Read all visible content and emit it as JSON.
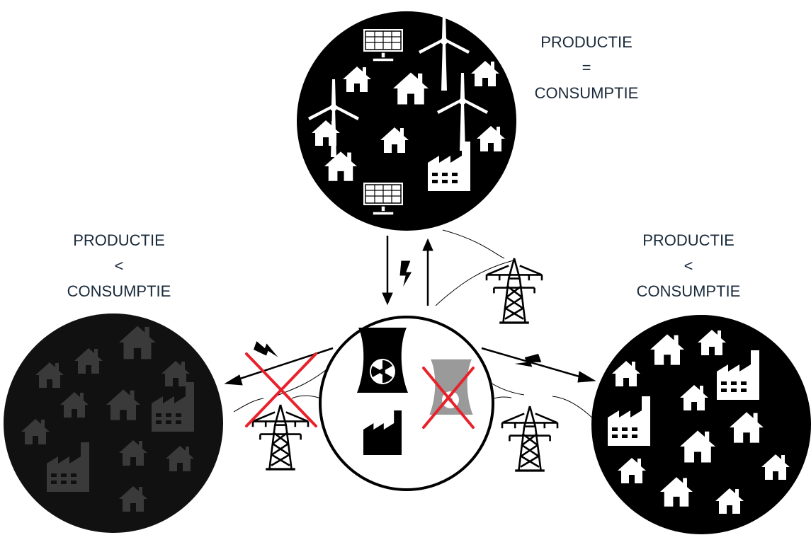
{
  "labels": {
    "top": {
      "line1": "PRODUCTIE",
      "op": "=",
      "line2": "CONSUMPTIE"
    },
    "left": {
      "line1": "PRODUCTIE",
      "op": "<",
      "line2": "CONSUMPTIE"
    },
    "right": {
      "line1": "PRODUCTIE",
      "op": "<",
      "line2": "CONSUMPTIE"
    }
  },
  "colors": {
    "top_circle": "#000000",
    "left_circle": "#111111",
    "left_icons": "#3a3a3a",
    "right_circle": "#000000",
    "icons": "#ffffff",
    "cross": "#e8212b",
    "disabled_plant": "#9a9a9a",
    "label_text": "#1a2a3a"
  },
  "icons": [
    "house-icon",
    "factory-icon",
    "wind-turbine-icon",
    "solar-panel-icon",
    "cooling-tower-icon",
    "radiation-icon",
    "pylon-icon",
    "lightning-icon",
    "cross-icon"
  ]
}
